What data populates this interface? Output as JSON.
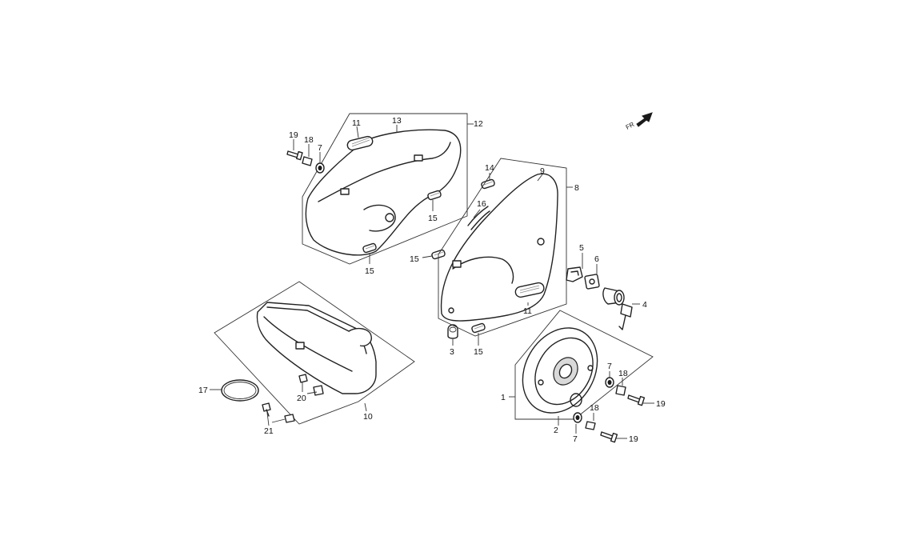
{
  "direction": {
    "text": "FR"
  },
  "labels": {
    "l1": "1",
    "l2": "2",
    "l3": "3",
    "l4": "4",
    "l5": "5",
    "l6": "6",
    "l7a": "7",
    "l7b": "7",
    "l7c": "7",
    "l8": "8",
    "l9": "9",
    "l10": "10",
    "l11a": "11",
    "l11b": "11",
    "l12": "12",
    "l13": "13",
    "l14": "14",
    "l15a": "15",
    "l15b": "15",
    "l15c": "15",
    "l15d": "15",
    "l16": "16",
    "l17": "17",
    "l18a": "18",
    "l18b": "18",
    "l18c": "18",
    "l19a": "19",
    "l19b": "19",
    "l19c": "19",
    "l20": "20",
    "l21": "21"
  },
  "colors": {
    "line": "#222222",
    "background": "#ffffff"
  }
}
